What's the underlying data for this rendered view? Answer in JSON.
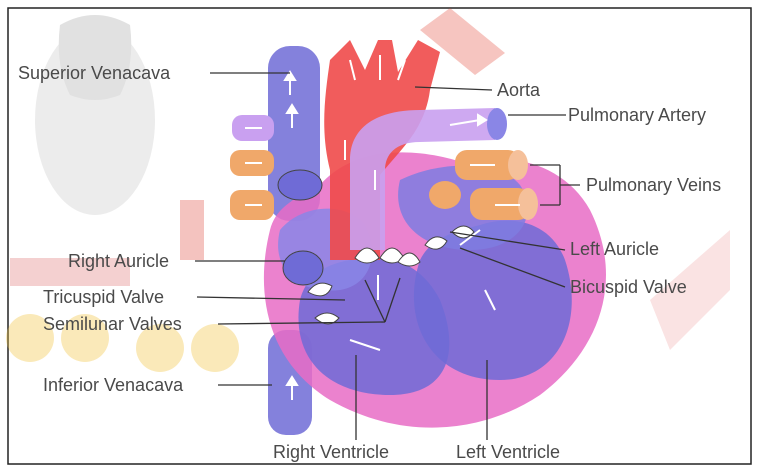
{
  "labels": {
    "superior_venacava": "Superior Venacava",
    "aorta": "Aorta",
    "pulmonary_artery": "Pulmonary Artery",
    "pulmonary_veins": "Pulmonary Veins",
    "left_auricle": "Left Auricle",
    "bicuspid_valve": "Bicuspid Valve",
    "right_auricle": "Right Auricle",
    "tricuspid_valve": "Tricuspid Valve",
    "semilunar_valves": "Semilunar Valves",
    "inferior_venacava": "Inferior Venacava",
    "right_ventricle": "Right Ventricle",
    "left_ventricle": "Left Ventricle"
  },
  "colors": {
    "deoxygenated_blue": "#6f6bd6",
    "oxygenated_red": "#ef4a4a",
    "heart_wall_pink": "#e86cc6",
    "pulmonary_vein_orange": "#f0a86a",
    "pulmonary_artery_lilac": "#c9a0f0",
    "valve_white": "#ffffff",
    "watermark_red": "#d93a3a",
    "watermark_yellow": "#f2c23a"
  }
}
